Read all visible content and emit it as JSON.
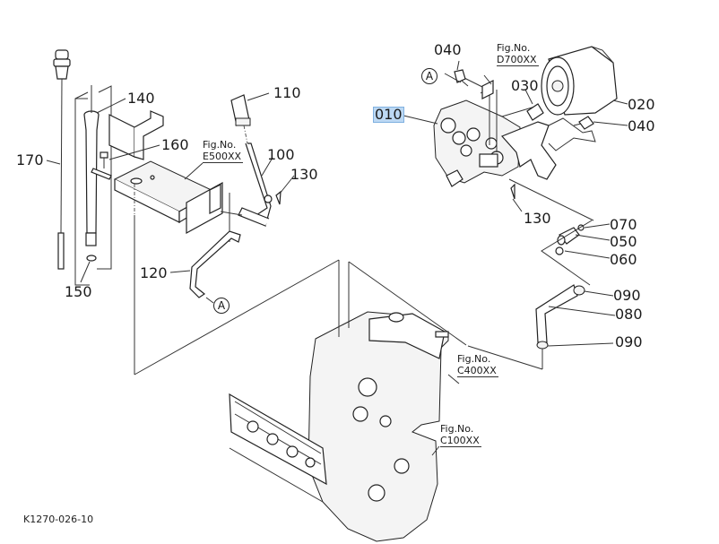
{
  "diagram": {
    "reference_code": "K1270-026-10",
    "selected_part": "010",
    "part_labels": [
      {
        "id": "p170",
        "number": "170"
      },
      {
        "id": "p140",
        "number": "140"
      },
      {
        "id": "p160",
        "number": "160"
      },
      {
        "id": "p150",
        "number": "150"
      },
      {
        "id": "p110",
        "number": "110"
      },
      {
        "id": "p100",
        "number": "100"
      },
      {
        "id": "p130a",
        "number": "130"
      },
      {
        "id": "p120",
        "number": "120"
      },
      {
        "id": "p040a",
        "number": "040"
      },
      {
        "id": "p010",
        "number": "010"
      },
      {
        "id": "p030",
        "number": "030"
      },
      {
        "id": "p020",
        "number": "020"
      },
      {
        "id": "p040b",
        "number": "040"
      },
      {
        "id": "p130b",
        "number": "130"
      },
      {
        "id": "p070",
        "number": "070"
      },
      {
        "id": "p050",
        "number": "050"
      },
      {
        "id": "p060",
        "number": "060"
      },
      {
        "id": "p090a",
        "number": "090"
      },
      {
        "id": "p080",
        "number": "080"
      },
      {
        "id": "p090b",
        "number": "090"
      }
    ],
    "figure_refs": [
      {
        "id": "e500",
        "label": "Fig.No.",
        "code": "E500XX"
      },
      {
        "id": "d700",
        "label": "Fig.No.",
        "code": "D700XX"
      },
      {
        "id": "c400",
        "label": "Fig.No.",
        "code": "C400XX"
      },
      {
        "id": "c100",
        "label": "Fig.No.",
        "code": "C100XX"
      }
    ],
    "connection_markers": [
      {
        "id": "a1",
        "letter": "A"
      },
      {
        "id": "a2",
        "letter": "A"
      }
    ],
    "highlight_color": "#bcd8f3"
  }
}
